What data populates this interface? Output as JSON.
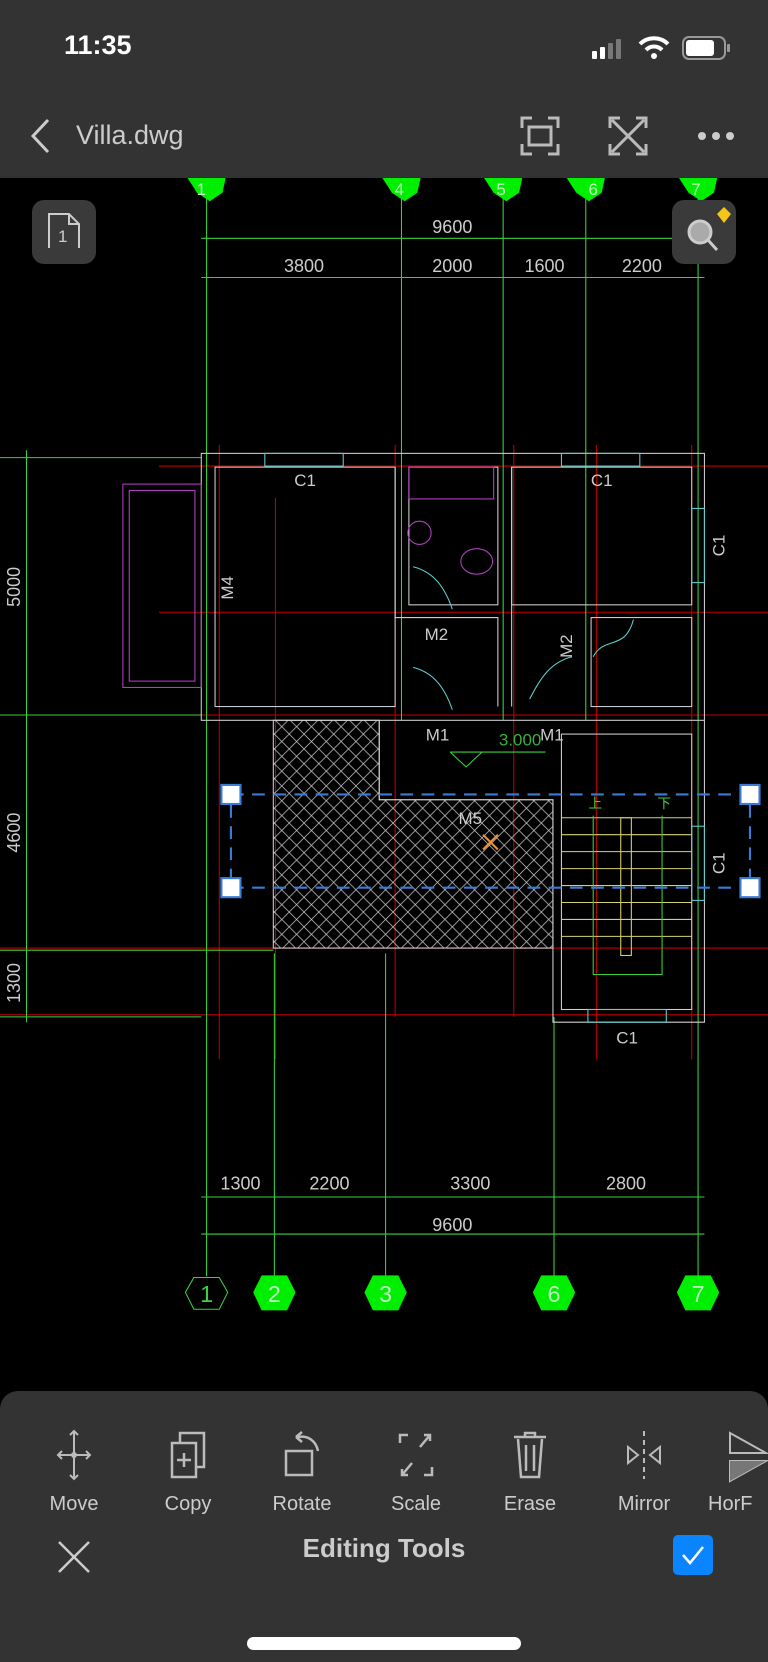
{
  "status_bar": {
    "time": "11:35"
  },
  "header": {
    "back_icon": "chevron-left-icon",
    "title": "Villa.dwg",
    "icons": [
      "fit-screen-icon",
      "fullscreen-icon",
      "more-icon"
    ]
  },
  "float_buttons": {
    "layout_number": "1",
    "search_badge_color": "#f5c518"
  },
  "drawing": {
    "top_total": "9600",
    "top_dims": [
      "3800",
      "2000",
      "1600",
      "2200"
    ],
    "top_axes": [
      "1",
      "4",
      "5",
      "6",
      "7"
    ],
    "left_dims": [
      "5000",
      "4600",
      "1300"
    ],
    "bottom_dims": [
      "1300",
      "2200",
      "3300",
      "2800"
    ],
    "bottom_total": "9600",
    "bottom_axes": [
      "1",
      "2",
      "3",
      "6",
      "7"
    ],
    "room_labels": {
      "c1_a": "C1",
      "c1_b": "C1",
      "c1_c": "C1",
      "c1_d": "C1",
      "c1_e": "C1",
      "m4": "M4",
      "m2_a": "M2",
      "m2_b": "M2",
      "m1_a": "M1",
      "m1_b": "M1",
      "m5": "M5",
      "elevation": "3.000",
      "stair_up": "上",
      "stair_down": "下"
    },
    "colors": {
      "grid": "#00ff00",
      "axis": "#ff0000",
      "wall": "#cfcfcf",
      "selection": "#3a7bd5"
    }
  },
  "toolbar": {
    "tools": [
      {
        "label": "Move",
        "icon": "move-icon"
      },
      {
        "label": "Copy",
        "icon": "copy-icon"
      },
      {
        "label": "Rotate",
        "icon": "rotate-icon"
      },
      {
        "label": "Scale",
        "icon": "scale-icon"
      },
      {
        "label": "Erase",
        "icon": "trash-icon"
      },
      {
        "label": "Mirror",
        "icon": "mirror-icon"
      },
      {
        "label": "HorF",
        "icon": "horizontal-flip-icon"
      }
    ],
    "title": "Editing Tools",
    "checkbox_color": "#0a84ff",
    "checked": true
  }
}
